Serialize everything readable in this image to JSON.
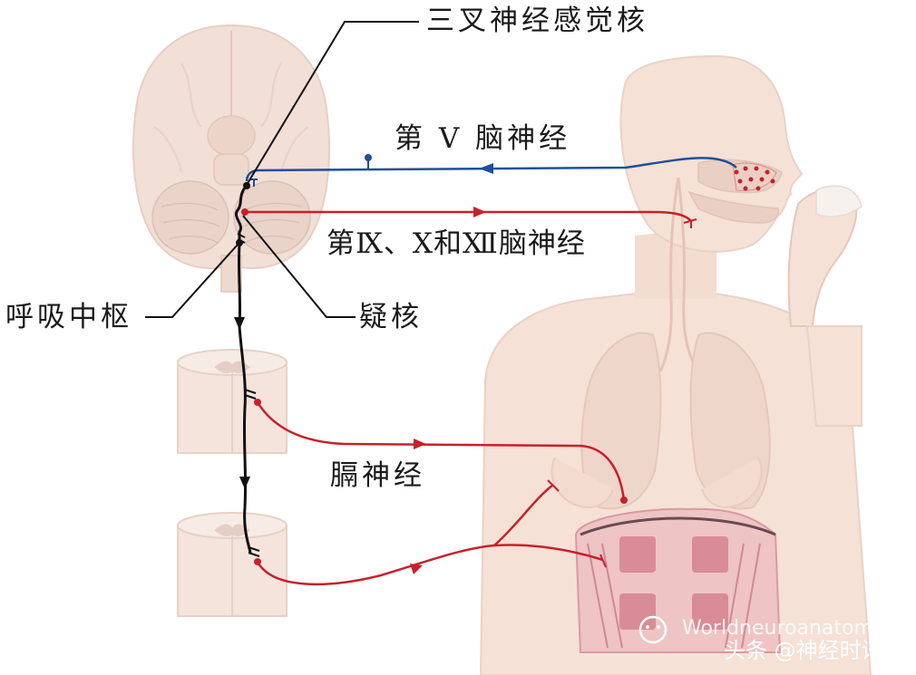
{
  "labels": {
    "trigeminal_nucleus": "三叉神经感觉核",
    "cn5": "第 V 脑神经",
    "cn9_10_12": "第Ⅸ、Ⅹ和Ⅻ脑神经",
    "respiratory_center": "呼吸中枢",
    "nucleus_ambiguus": "疑核",
    "phrenic_nerve": "膈神经"
  },
  "watermark": {
    "brand": "Worldneuroanatomy",
    "account": "头条 @神经时讯"
  },
  "colors": {
    "sensory_pathway": "#1e4f9a",
    "motor_pathway": "#c8202a",
    "central_pathway": "#111111",
    "tissue": "#f1ddd3",
    "muscle": "#d98c95"
  }
}
